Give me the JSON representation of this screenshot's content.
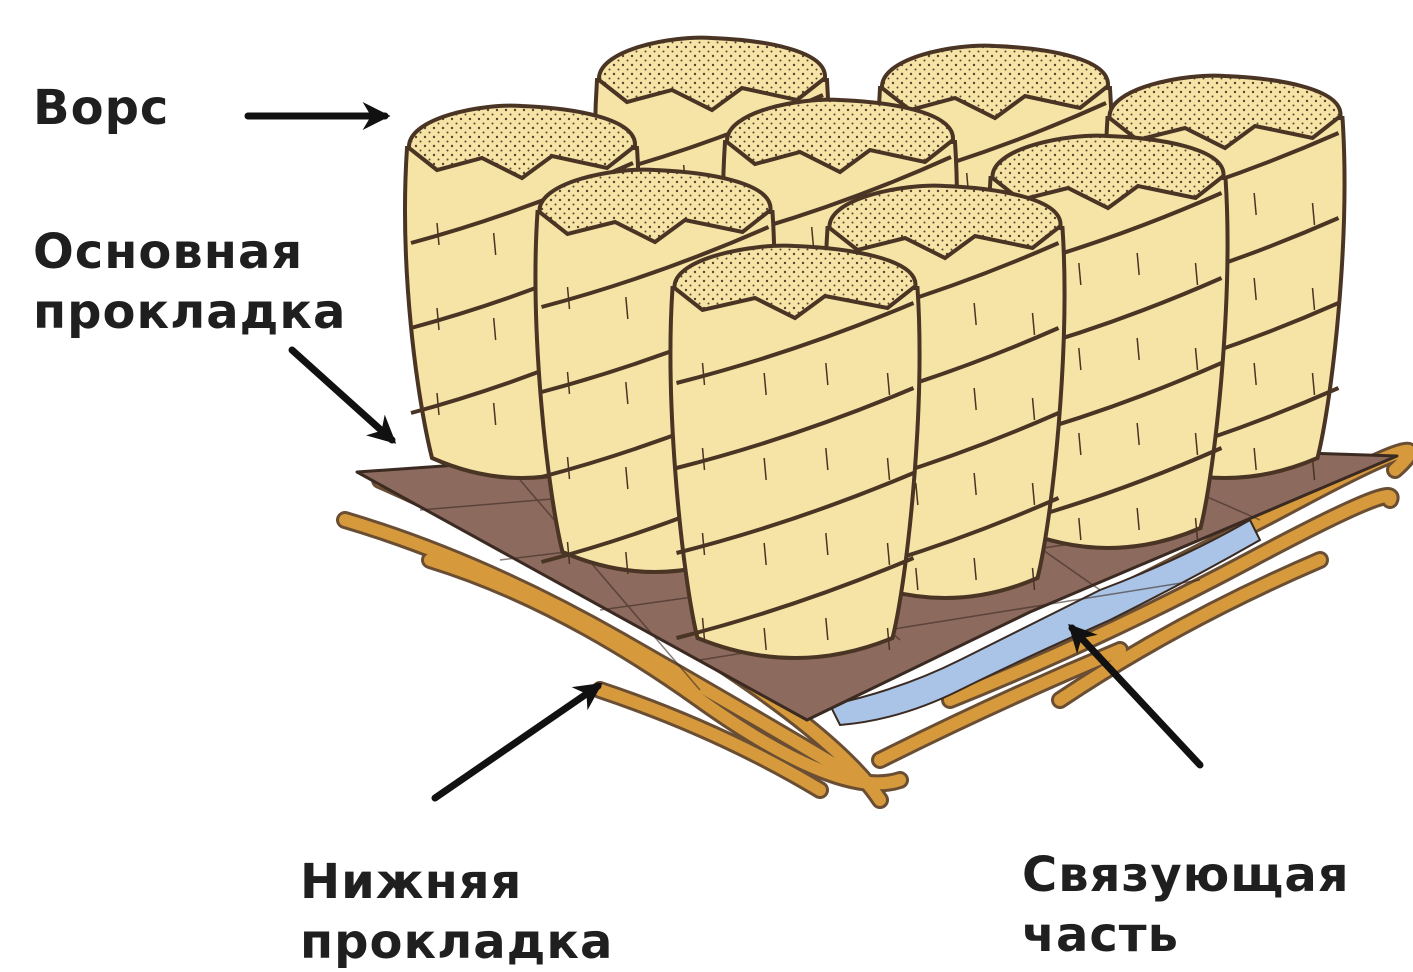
{
  "labels": {
    "pile": "Ворс",
    "primary_backing": [
      "Основная",
      "прокладка"
    ],
    "secondary_backing": [
      "Нижняя",
      "прокладка"
    ],
    "binder": [
      "Связующая",
      "часть"
    ]
  },
  "colors": {
    "yarn_fill": "#f6e3a6",
    "yarn_outline": "#4a3424",
    "backing_fill": "#8c6a5d",
    "backing_outline": "#3b2a22",
    "mesh_fibres": "#d69a3c",
    "binder_layer": "#a9c4e6",
    "arrow": "#111111",
    "text": "#1f1f1f"
  }
}
